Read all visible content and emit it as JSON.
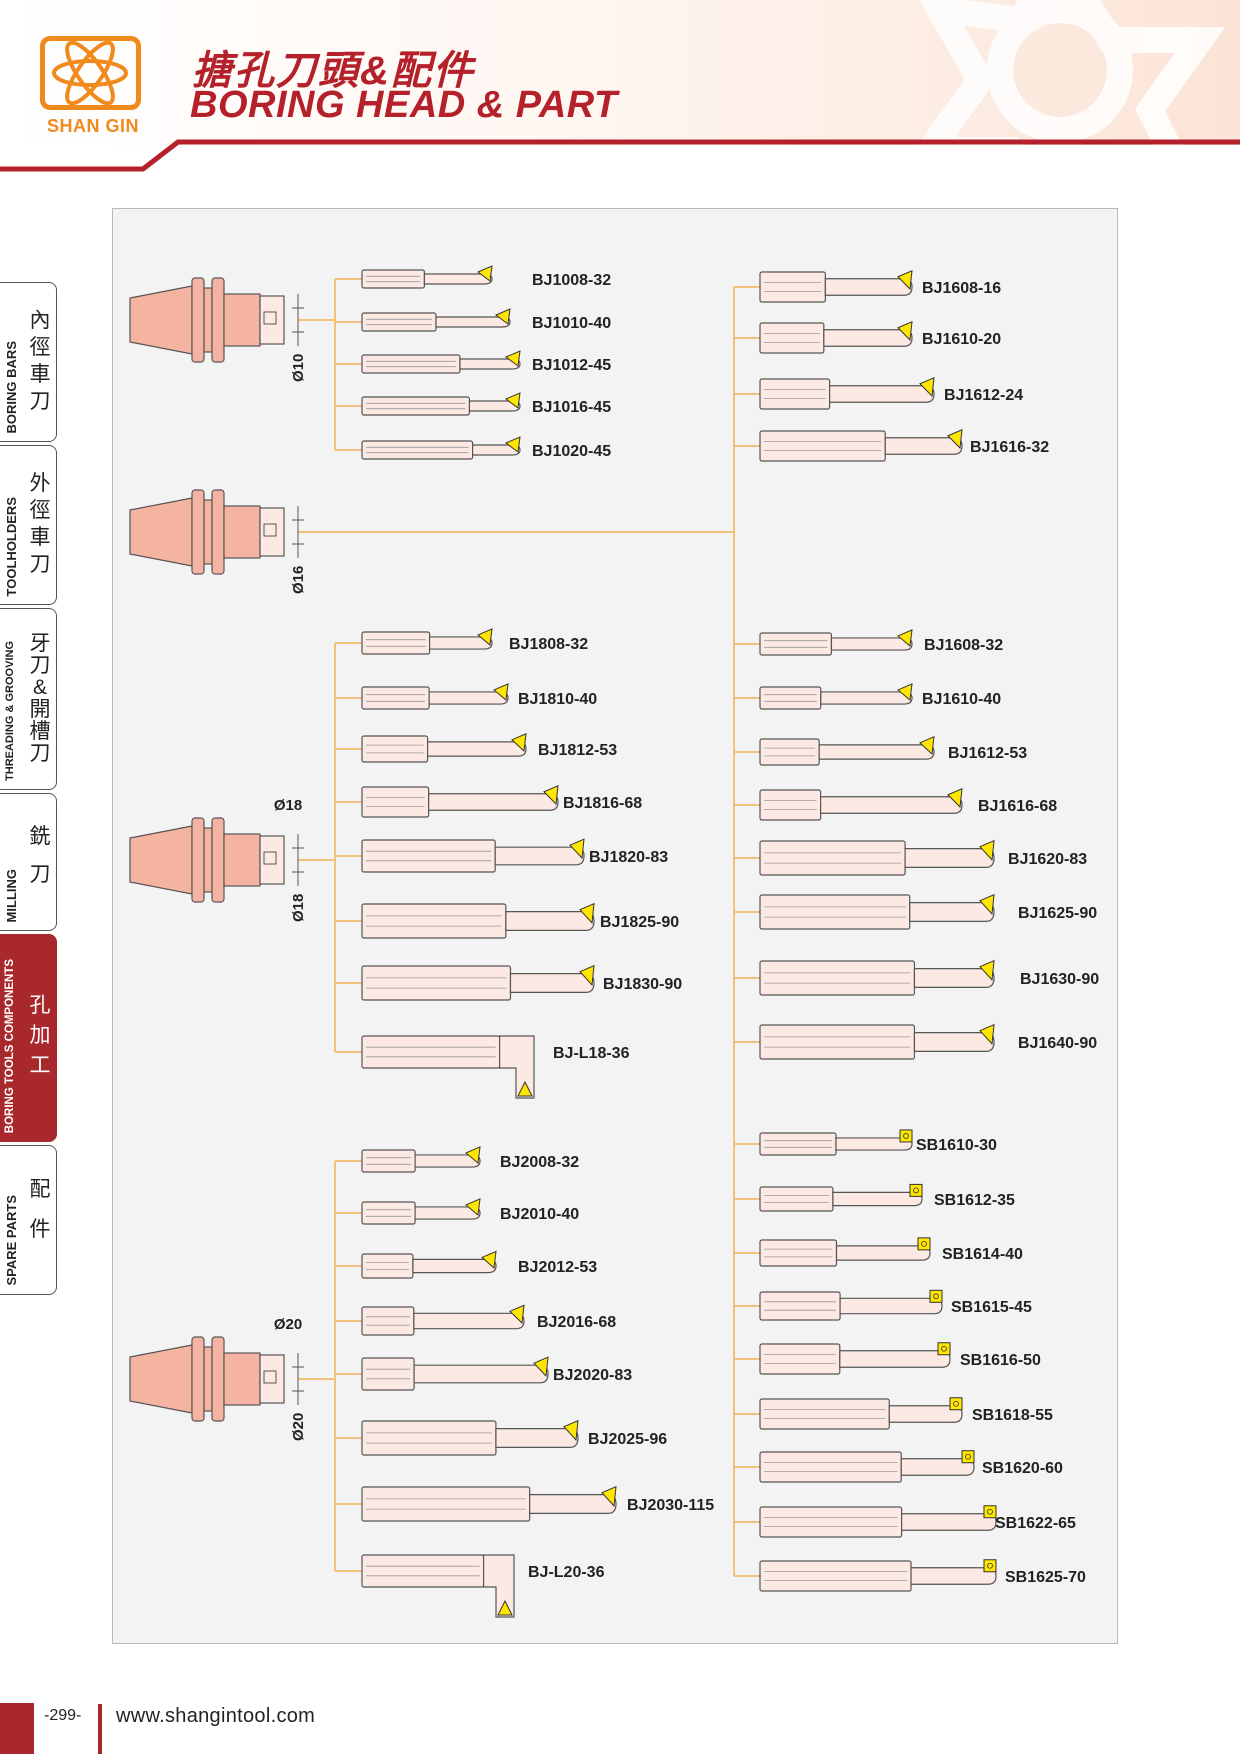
{
  "header": {
    "logo_text": "SHAN GIN",
    "title_zh": "搪孔刀頭&配件",
    "title_en": "BORING HEAD & PART"
  },
  "side_tabs": [
    {
      "en": "BORING BARS",
      "zh": "內徑車刀",
      "active": false
    },
    {
      "en": "TOOLHOLDERS",
      "zh": "外徑車刀",
      "active": false
    },
    {
      "en": "THREADING & GROOVING",
      "zh": "牙刀&開槽刀",
      "active": false
    },
    {
      "en": "MILLING",
      "zh": "銑刀",
      "active": false
    },
    {
      "en": "BORING TOOLS COMPONENTS",
      "zh": "孔加工",
      "active": true
    },
    {
      "en": "SPARE PARTS",
      "zh": "配件",
      "active": false
    }
  ],
  "holders": [
    {
      "dims": [
        "Ø10"
      ]
    },
    {
      "dims": [
        "Ø16"
      ]
    },
    {
      "dims": [
        "Ø18",
        "Ø18"
      ]
    },
    {
      "dims": [
        "Ø20",
        "Ø20"
      ]
    }
  ],
  "bars": {
    "d10": [
      "BJ1008-32",
      "BJ1010-40",
      "BJ1012-45",
      "BJ1016-45",
      "BJ1020-45"
    ],
    "d16_top": [
      "BJ1608-16",
      "BJ1610-20",
      "BJ1612-24",
      "BJ1616-32"
    ],
    "d18": [
      "BJ1808-32",
      "BJ1810-40",
      "BJ1812-53",
      "BJ1816-68",
      "BJ1820-83",
      "BJ1825-90",
      "BJ1830-90",
      "BJ-L18-36"
    ],
    "d16_mid": [
      "BJ1608-32",
      "BJ1610-40",
      "BJ1612-53",
      "BJ1616-68",
      "BJ1620-83",
      "BJ1625-90",
      "BJ1630-90",
      "BJ1640-90"
    ],
    "d16_sb": [
      "SB1610-30",
      "SB1612-35",
      "SB1614-40",
      "SB1615-45",
      "SB1616-50",
      "SB1618-55",
      "SB1620-60",
      "SB1622-65",
      "SB1625-70"
    ],
    "d20": [
      "BJ2008-32",
      "BJ2010-40",
      "BJ2012-53",
      "BJ2016-68",
      "BJ2020-83",
      "BJ2025-96",
      "BJ2030-115",
      "BJ-L20-36"
    ]
  },
  "colors": {
    "brand_red": "#b4212a",
    "logo_orange": "#f08a1c",
    "leader_line": "#f0c27a",
    "bar_fill": "#fde9e4",
    "holder_fill": "#f5b4a2",
    "insert_yellow": "#ffe600"
  },
  "footer": {
    "page_number": "-299-",
    "url": "www.shangintool.com"
  }
}
